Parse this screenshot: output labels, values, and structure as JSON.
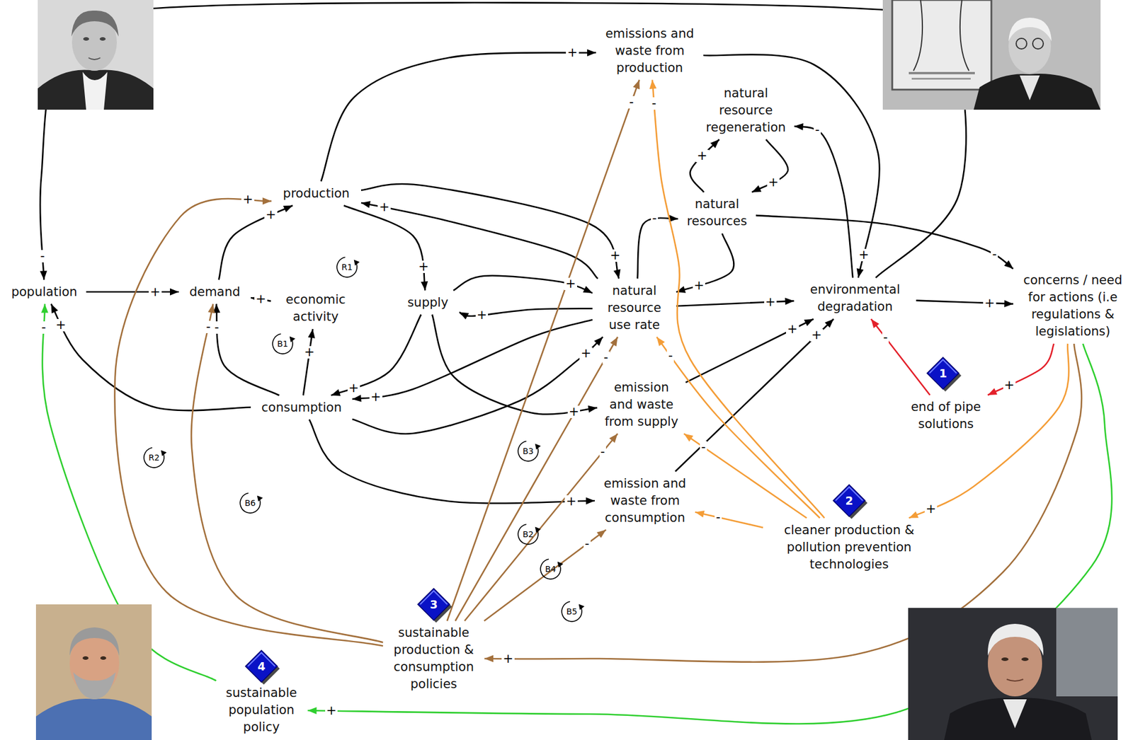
{
  "diagram": {
    "nodes": [
      {
        "text": [
          "emissions and waste from production"
        ]
      },
      {
        "text": [
          "natural resource regeneration"
        ]
      },
      {
        "text": [
          "production"
        ]
      },
      {
        "text": [
          "natural resources"
        ]
      },
      {
        "text": [
          "population"
        ]
      },
      {
        "text": [
          "demand"
        ]
      },
      {
        "text": [
          "economic activity"
        ]
      },
      {
        "text": [
          "supply"
        ]
      },
      {
        "text": [
          "natural resource use rate"
        ]
      },
      {
        "text": [
          "environmental degradation"
        ]
      },
      {
        "text": [
          "concerns / need for actions (i.e regulations & legislations)"
        ]
      },
      {
        "text": [
          "emission and waste from supply"
        ]
      },
      {
        "text": [
          "consumption"
        ]
      },
      {
        "text": [
          "end of pipe solutions"
        ]
      },
      {
        "text": [
          "emission and waste from consumption"
        ]
      },
      {
        "text": [
          "cleaner production & pollution prevention technologies"
        ]
      },
      {
        "text": [
          "sustainable production & consumption policies"
        ]
      },
      {
        "text": [
          "sustainable population policy"
        ]
      }
    ],
    "edges": [
      {
        "from": 4,
        "to": 5,
        "arrow": "to",
        "label": "+"
      },
      {
        "from": 2,
        "to": 0,
        "arrow": "to",
        "label": "+"
      },
      {
        "from": 2,
        "to": 7,
        "arrow": "to",
        "label": "+"
      },
      {
        "from": 2,
        "to": 8,
        "arrow": "to",
        "label": "+"
      },
      {
        "from": 8,
        "to": 2,
        "arrow": "to",
        "label": "+"
      },
      {
        "from": 5,
        "to": 2,
        "arrow": "to",
        "label": "+"
      },
      {
        "from": 6,
        "to": 5,
        "arrow": "to",
        "label": "+"
      },
      {
        "from": 12,
        "to": 5,
        "arrow": "to",
        "label": "-"
      },
      {
        "from": 12,
        "to": 6,
        "arrow": "to",
        "label": "+"
      },
      {
        "from": 12,
        "to": 4,
        "arrow": "to",
        "label": "+"
      },
      {
        "from": 7,
        "to": 12,
        "arrow": "to",
        "label": "+"
      },
      {
        "from": 7,
        "to": 8,
        "arrow": "to",
        "label": "+"
      },
      {
        "from": 8,
        "to": 7,
        "arrow": "to",
        "label": "+"
      },
      {
        "from": 12,
        "to": 8,
        "arrow": "to",
        "label": "+"
      },
      {
        "from": 8,
        "to": 12,
        "arrow": "to",
        "label": "+"
      },
      {
        "from": 7,
        "to": 11,
        "arrow": "to",
        "label": "+"
      },
      {
        "from": 12,
        "to": 14,
        "arrow": "to",
        "label": "+"
      },
      {
        "from": 3,
        "to": 8,
        "arrow": "to",
        "label": "+"
      },
      {
        "from": 8,
        "to": 3,
        "arrow": "to",
        "label": "-"
      },
      {
        "from": 3,
        "to": 1,
        "arrow": "to",
        "label": "+"
      },
      {
        "from": 1,
        "to": 3,
        "arrow": "to",
        "label": "+"
      },
      {
        "from": 9,
        "to": 1,
        "arrow": "to",
        "label": "-"
      },
      {
        "from": 0,
        "to": 9,
        "arrow": "to",
        "label": "+"
      },
      {
        "from": 9,
        "to": 4,
        "arrow": "to",
        "label": "-"
      },
      {
        "from": 8,
        "to": 9,
        "arrow": "to",
        "label": "+"
      },
      {
        "from": 11,
        "to": 9,
        "arrow": "to",
        "label": "+"
      },
      {
        "from": 14,
        "to": 9,
        "arrow": "to",
        "label": "+"
      },
      {
        "from": 9,
        "to": 10,
        "arrow": "to",
        "label": "+"
      },
      {
        "from": 3,
        "to": 10,
        "arrow": "to",
        "label": "-"
      },
      {
        "from": 10,
        "to": 13,
        "arrow": "to",
        "label": "+"
      },
      {
        "from": 13,
        "to": 9,
        "arrow": "to",
        "label": "-"
      },
      {
        "from": 10,
        "to": 15,
        "arrow": "to",
        "label": "+"
      },
      {
        "from": 15,
        "to": 0,
        "arrow": "to",
        "label": "-"
      },
      {
        "from": 15,
        "to": 8,
        "arrow": "to",
        "label": "-"
      },
      {
        "from": 15,
        "to": 11,
        "arrow": "to",
        "label": "-"
      },
      {
        "from": 15,
        "to": 14,
        "arrow": "to",
        "label": "-"
      },
      {
        "from": 10,
        "to": 16,
        "arrow": "to",
        "label": "+"
      },
      {
        "from": 10,
        "to": 17,
        "arrow": "to",
        "label": "+"
      },
      {
        "from": 17,
        "to": 4,
        "arrow": "to",
        "label": "-"
      },
      {
        "from": 16,
        "to": 2,
        "arrow": "to",
        "label": "+"
      },
      {
        "from": 16,
        "to": 5,
        "arrow": "to",
        "label": "-"
      },
      {
        "from": 16,
        "to": 0,
        "arrow": "to",
        "label": "-"
      },
      {
        "from": 16,
        "to": 8,
        "arrow": "to",
        "label": "-"
      },
      {
        "from": 16,
        "to": 11,
        "arrow": "to",
        "label": "-"
      },
      {
        "from": 16,
        "to": 14,
        "arrow": "to",
        "label": "-"
      }
    ],
    "labels": [
      "R1",
      "B1",
      "1",
      "R2",
      "B3",
      "2",
      "B6",
      "B2",
      "B4",
      "3",
      "B5",
      "4"
    ]
  }
}
